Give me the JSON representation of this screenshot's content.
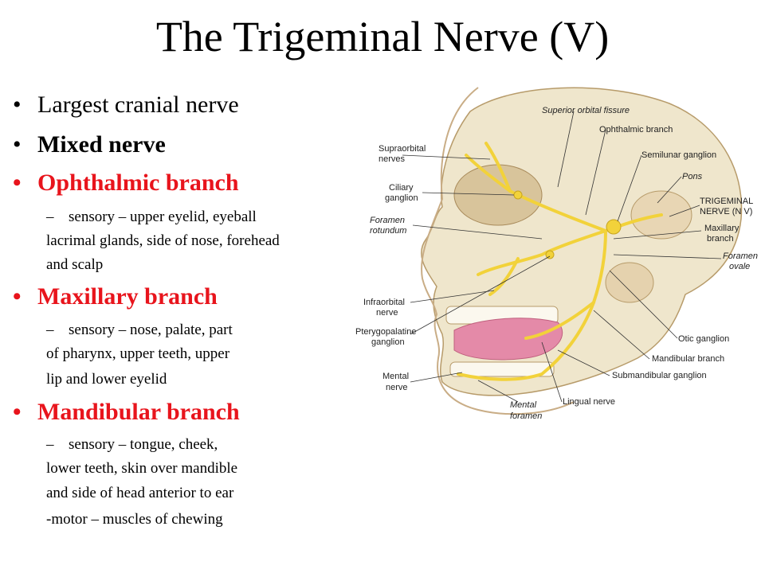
{
  "title": "The Trigeminal Nerve (V)",
  "bullets": {
    "b1": "Largest cranial nerve",
    "b2": "Mixed nerve",
    "b3": "Ophthalmic branch",
    "b3_sub": [
      "sensory – upper eyelid, eyeball",
      "lacrimal glands, side of nose, forehead",
      "and scalp"
    ],
    "b4": "Maxillary branch",
    "b4_sub": [
      "sensory – nose, palate, part",
      "of pharynx, upper teeth, upper",
      "lip and lower eyelid"
    ],
    "b5": "Mandibular branch",
    "b5_sub": [
      "sensory – tongue, cheek,",
      "lower teeth, skin over mandible",
      "and side of head anterior to ear",
      "-motor – muscles of chewing"
    ],
    "bullet_glyph": "•",
    "dash_glyph": "–"
  },
  "figure_labels": {
    "superior_orbital_fissure": "Superior orbital fissure",
    "ophthalmic_branch": "Ophthalmic branch",
    "supraorbital_1": "Supraorbital",
    "supraorbital_2": "nerves",
    "semilunar_ganglion": "Semilunar ganglion",
    "pons": "Pons",
    "ciliary_1": "Ciliary",
    "ciliary_2": "ganglion",
    "trigeminal_1": "TRIGEMINAL",
    "trigeminal_2": "NERVE (N V)",
    "foramen_rotundum_1": "Foramen",
    "foramen_rotundum_2": "rotundum",
    "maxillary_1": "Maxillary",
    "maxillary_2": "branch",
    "foramen_ovale_1": "Foramen",
    "foramen_ovale_2": "ovale",
    "infraorbital_1": "Infraorbital",
    "infraorbital_2": "nerve",
    "pterygopalatine_1": "Pterygopalatine",
    "pterygopalatine_2": "ganglion",
    "otic_ganglion": "Otic ganglion",
    "mandibular_branch": "Mandibular branch",
    "mental_nerve_1": "Mental",
    "mental_nerve_2": "nerve",
    "submandibular_ganglion": "Submandibular ganglion",
    "lingual_nerve": "Lingual nerve",
    "mental_foramen_1": "Mental",
    "mental_foramen_2": "foramen"
  },
  "colors": {
    "accent_red": "#e8141c",
    "nerve_yellow": "#f2d23a",
    "bone": "#efe6cc",
    "tongue": "#e48aa8"
  }
}
